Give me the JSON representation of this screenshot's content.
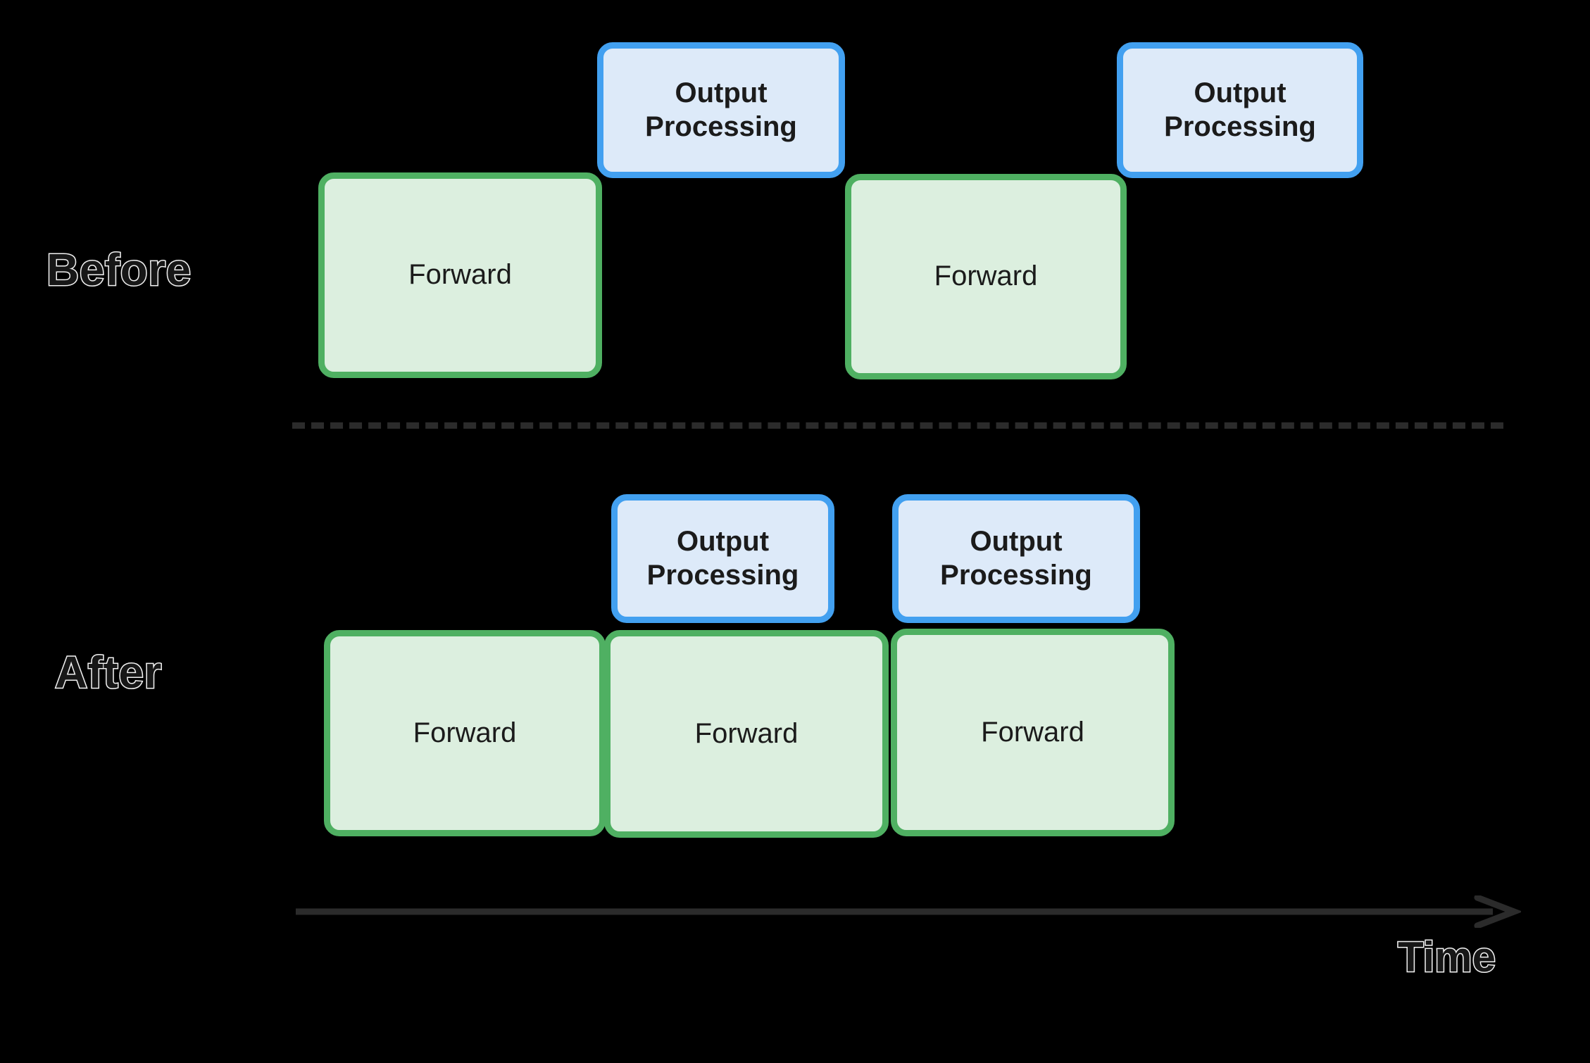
{
  "diagram": {
    "title": "Before / After output-processing overlap timeline",
    "background_color": "#000000",
    "rows": [
      {
        "id": "before",
        "label": "Before",
        "forward_blocks": [
          {
            "label": "Forward"
          },
          {
            "label": "Forward"
          }
        ],
        "output_blocks": [
          {
            "label": "Output\nProcessing"
          },
          {
            "label": "Output\nProcessing"
          }
        ]
      },
      {
        "id": "after",
        "label": "After",
        "forward_blocks": [
          {
            "label": "Forward"
          },
          {
            "label": "Forward"
          },
          {
            "label": "Forward"
          }
        ],
        "output_blocks": [
          {
            "label": "Output\nProcessing"
          },
          {
            "label": "Output\nProcessing"
          }
        ]
      }
    ],
    "axis": {
      "label": "Time",
      "direction": "left-to-right",
      "color": "#2b2b2b"
    },
    "divider": {
      "style": "dashed",
      "color": "#2b2b2b"
    },
    "colors": {
      "forward_fill": "#dcefdf",
      "forward_border": "#4fb062",
      "output_fill": "#ddeaf9",
      "output_border": "#42a0f0",
      "label_text": "#171717",
      "label_outline": "#f2f2f2"
    }
  }
}
